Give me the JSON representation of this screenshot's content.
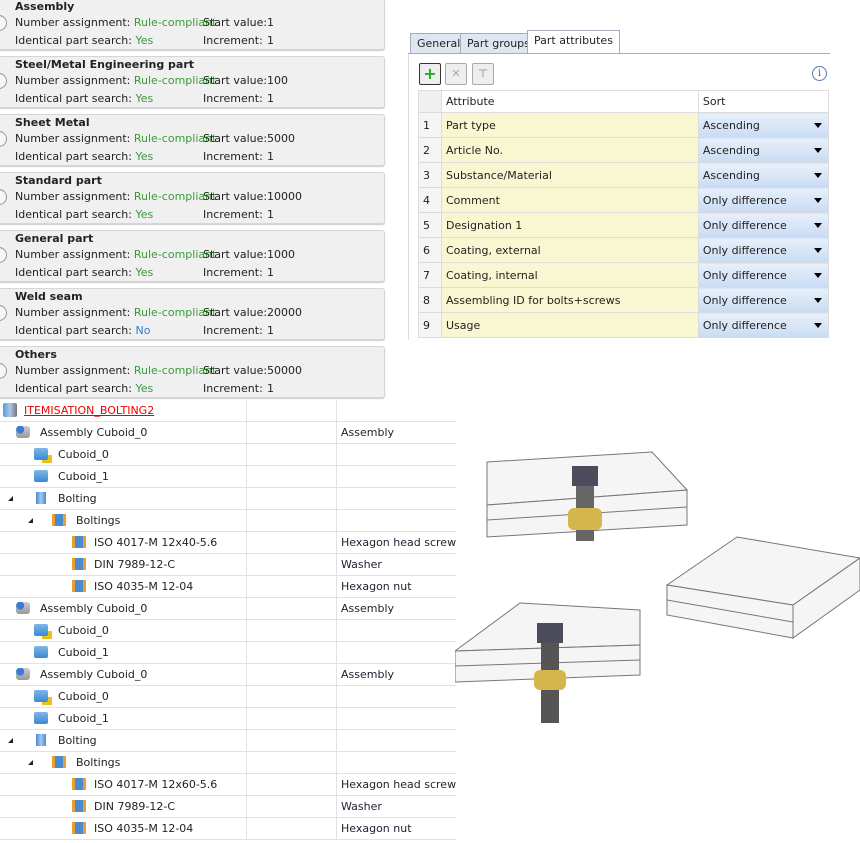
{
  "part_groups": [
    {
      "name": "Assembly",
      "number_assignment": "Rule-compliant",
      "identical_search": "Yes",
      "start": "1",
      "increment": "1"
    },
    {
      "name": "Steel/Metal Engineering part",
      "number_assignment": "Rule-compliant",
      "identical_search": "Yes",
      "start": "100",
      "increment": "1"
    },
    {
      "name": "Sheet Metal",
      "number_assignment": "Rule-compliant",
      "identical_search": "Yes",
      "start": "5000",
      "increment": "1"
    },
    {
      "name": "Standard part",
      "number_assignment": "Rule-compliant",
      "identical_search": "Yes",
      "start": "10000",
      "increment": "1"
    },
    {
      "name": "General part",
      "number_assignment": "Rule-compliant",
      "identical_search": "Yes",
      "start": "1000",
      "increment": "1"
    },
    {
      "name": "Weld seam",
      "number_assignment": "Rule-compliant",
      "identical_search": "No",
      "start": "20000",
      "increment": "1"
    },
    {
      "name": "Others",
      "number_assignment": "Rule-compliant",
      "identical_search": "Yes",
      "start": "50000",
      "increment": "1"
    }
  ],
  "labels": {
    "number_assignment": "Number assignment:",
    "identical_search": "Identical part search:",
    "start": "Start value:",
    "increment": "Increment:"
  },
  "tabs": [
    "General",
    "Part groups",
    "Part attributes"
  ],
  "attr_table": {
    "headers": [
      "Attribute",
      "Sort"
    ],
    "rows": [
      [
        "1",
        "Part type",
        "Ascending"
      ],
      [
        "2",
        "Article No.",
        "Ascending"
      ],
      [
        "3",
        "Substance/Material",
        "Ascending"
      ],
      [
        "4",
        "Comment",
        "Only difference"
      ],
      [
        "5",
        "Designation 1",
        "Only difference"
      ],
      [
        "6",
        "Coating, external",
        "Only difference"
      ],
      [
        "7",
        "Coating, internal",
        "Only difference"
      ],
      [
        "8",
        "Assembling ID for bolts+screws",
        "Only difference"
      ],
      [
        "9",
        "Usage",
        "Only difference"
      ]
    ]
  },
  "tree": {
    "title": "ITEMISATION_BOLTING2",
    "rows": [
      {
        "label": "Assembly Cuboid_0",
        "type": "Assembly",
        "level": 0,
        "icon": "assembly"
      },
      {
        "label": "Cuboid_0",
        "type": "",
        "level": 1,
        "icon": "cuboid-h"
      },
      {
        "label": "Cuboid_1",
        "type": "",
        "level": 1,
        "icon": "cuboid"
      },
      {
        "label": "Bolting",
        "type": "",
        "level": 1,
        "icon": "bolting",
        "expanded": true
      },
      {
        "label": "Boltings",
        "type": "",
        "level": 2,
        "icon": "boltings",
        "expanded": true
      },
      {
        "label": "ISO 4017-M 12x40-5.6",
        "type": "Hexagon head screw",
        "level": 3,
        "icon": "bolt"
      },
      {
        "label": "DIN 7989-12-C",
        "type": "Washer",
        "level": 3,
        "icon": "bolt"
      },
      {
        "label": "ISO 4035-M 12-04",
        "type": "Hexagon nut",
        "level": 3,
        "icon": "bolt"
      },
      {
        "label": "Assembly Cuboid_0",
        "type": "Assembly",
        "level": 0,
        "icon": "assembly"
      },
      {
        "label": "Cuboid_0",
        "type": "",
        "level": 1,
        "icon": "cuboid-h"
      },
      {
        "label": "Cuboid_1",
        "type": "",
        "level": 1,
        "icon": "cuboid"
      },
      {
        "label": "Assembly Cuboid_0",
        "type": "Assembly",
        "level": 0,
        "icon": "assembly"
      },
      {
        "label": "Cuboid_0",
        "type": "",
        "level": 1,
        "icon": "cuboid-h"
      },
      {
        "label": "Cuboid_1",
        "type": "",
        "level": 1,
        "icon": "cuboid"
      },
      {
        "label": "Bolting",
        "type": "",
        "level": 1,
        "icon": "bolting",
        "expanded": true
      },
      {
        "label": "Boltings",
        "type": "",
        "level": 2,
        "icon": "boltings",
        "expanded": true
      },
      {
        "label": "ISO 4017-M 12x60-5.6",
        "type": "Hexagon head screw",
        "level": 3,
        "icon": "bolt"
      },
      {
        "label": "DIN 7989-12-C",
        "type": "Washer",
        "level": 3,
        "icon": "bolt"
      },
      {
        "label": "ISO 4035-M 12-04",
        "type": "Hexagon nut",
        "level": 3,
        "icon": "bolt"
      }
    ]
  }
}
